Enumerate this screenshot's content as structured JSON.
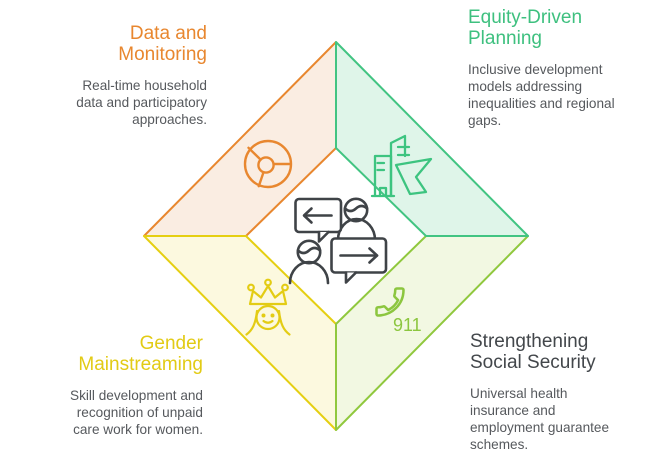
{
  "diagram_title": "",
  "center": {
    "icon": "conversation-icon",
    "icon_color": "#3F4347",
    "background": "#FFFFFF"
  },
  "quadrants": {
    "top_left": {
      "title": "Data and\nMonitoring",
      "description": "Real-time household\ndata and participatory\napproaches.",
      "accent_color": "#E8872F",
      "fill_color": "#FAEDE2",
      "icon": "steering-wheel-icon"
    },
    "top_right": {
      "title": "Equity-Driven\nPlanning",
      "description": "Inclusive development\nmodels addressing\ninequalities and regional\ngaps.",
      "accent_color": "#3EC07F",
      "fill_color": "#DFF5E9",
      "icon": "building-cursor-icon"
    },
    "bottom_left": {
      "title": "Gender\nMainstreaming",
      "description": "Skill development and\nrecognition of unpaid\ncare work for women.",
      "accent_color": "#E2CB15",
      "fill_color": "#FCF9DF",
      "icon": "queen-icon"
    },
    "bottom_right": {
      "title": "Strengthening\nSocial Security",
      "title_color": "#43474B",
      "description": "Universal health\ninsurance and\nemployment guarantee\nschemes.",
      "accent_color": "#8CC63F",
      "fill_color": "#F2F8E2",
      "icon": "phone-icon",
      "phone_label": "911"
    }
  },
  "text_color_body": "#56595D"
}
